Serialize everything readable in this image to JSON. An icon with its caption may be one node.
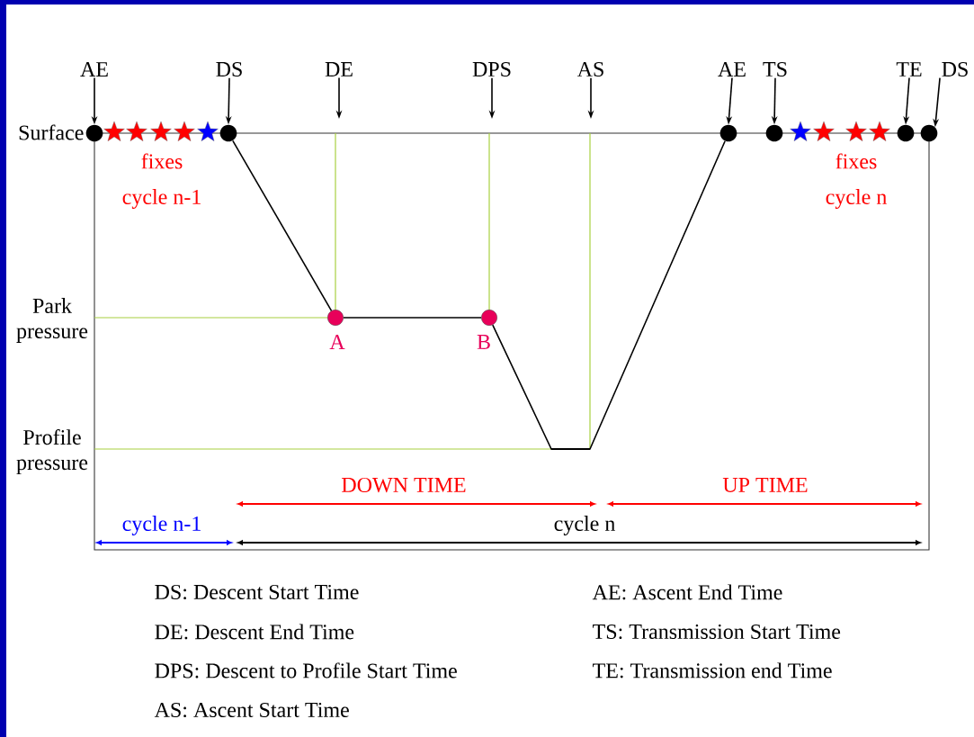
{
  "diagram": {
    "nodes": [
      {
        "text": [
          "AE"
        ]
      },
      {
        "text": [
          "DS"
        ]
      },
      {
        "text": [
          "DE"
        ]
      },
      {
        "text": [
          "DPS"
        ]
      },
      {
        "text": [
          "AS"
        ]
      },
      {
        "text": [
          "AE"
        ]
      },
      {
        "text": [
          "TS"
        ]
      },
      {
        "text": [
          "TE"
        ]
      },
      {
        "text": [
          "DS"
        ]
      },
      {
        "text": [],
        "shape": "circle"
      },
      {
        "text": [],
        "shape": "circle"
      },
      {
        "text": [],
        "shape": "circle"
      },
      {
        "text": [],
        "shape": "circle"
      },
      {
        "text": [],
        "shape": "circle"
      },
      {
        "text": [],
        "shape": "circle"
      },
      {
        "text": [],
        "shape": "circle",
        "beside": [
          "A"
        ]
      },
      {
        "text": [],
        "shape": "circle",
        "beside": [
          "B"
        ]
      }
    ],
    "edges": [
      {
        "from": 0,
        "to": 9,
        "arrow": "to"
      },
      {
        "from": 1,
        "to": 10,
        "arrow": "to"
      },
      {
        "from": 2,
        "to": null,
        "arrow": "to"
      },
      {
        "from": 3,
        "to": null,
        "arrow": "to"
      },
      {
        "from": 4,
        "to": null,
        "arrow": "to"
      },
      {
        "from": 5,
        "to": 11,
        "arrow": "to"
      },
      {
        "from": 6,
        "to": 12,
        "arrow": "to"
      },
      {
        "from": 7,
        "to": 13,
        "arrow": "to"
      },
      {
        "from": 8,
        "to": 14,
        "arrow": "to"
      },
      {
        "from": 10,
        "to": 15,
        "arrow": "none"
      },
      {
        "from": 15,
        "to": 16,
        "arrow": "none"
      },
      {
        "from": 16,
        "to": 11,
        "arrow": "none"
      }
    ],
    "labels": [
      "Surface",
      "Park pressure",
      "Profile pressure",
      "fixes",
      "cycle n-1",
      "fixes",
      "cycle n",
      "DOWN TIME",
      "UP TIME",
      "cycle n-1",
      "cycle n",
      "DS: Descent Start Time",
      "AE: Ascent End Time",
      "DE: Descent End Time",
      "TS: Transmission Start Time",
      "DPS: Descent to Profile Start Time",
      "TE: Transmission end Time",
      "AS: Ascent Start Time"
    ]
  }
}
